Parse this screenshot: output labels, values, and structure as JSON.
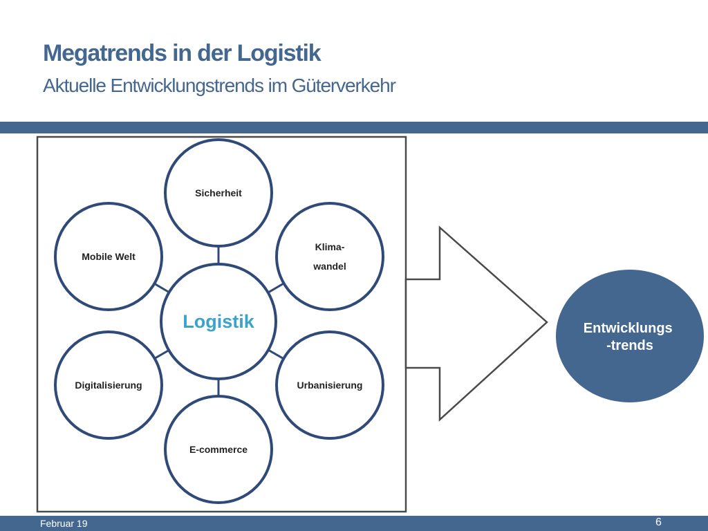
{
  "slide": {
    "title": "Megatrends in der Logistik",
    "subtitle": "Aktuelle Entwicklungstrends im Güterverkehr"
  },
  "diagram": {
    "center": "Logistik",
    "nodes": [
      {
        "lines": [
          "Sicherheit"
        ]
      },
      {
        "lines": [
          "Klima-",
          "wandel"
        ]
      },
      {
        "lines": [
          "Urbanisierung"
        ]
      },
      {
        "lines": [
          "E-commerce"
        ]
      },
      {
        "lines": [
          "Digitalisierung"
        ]
      },
      {
        "lines": [
          "Mobile Welt"
        ]
      }
    ],
    "target": [
      "Entwicklungs",
      "-trends"
    ]
  },
  "footer": {
    "date": "Februar 19",
    "page": "6"
  },
  "colors": {
    "brand": "#44678f",
    "circle_stroke": "#2f4a78",
    "center_text": "#3ba3c9",
    "target_fill": "#44678f"
  }
}
